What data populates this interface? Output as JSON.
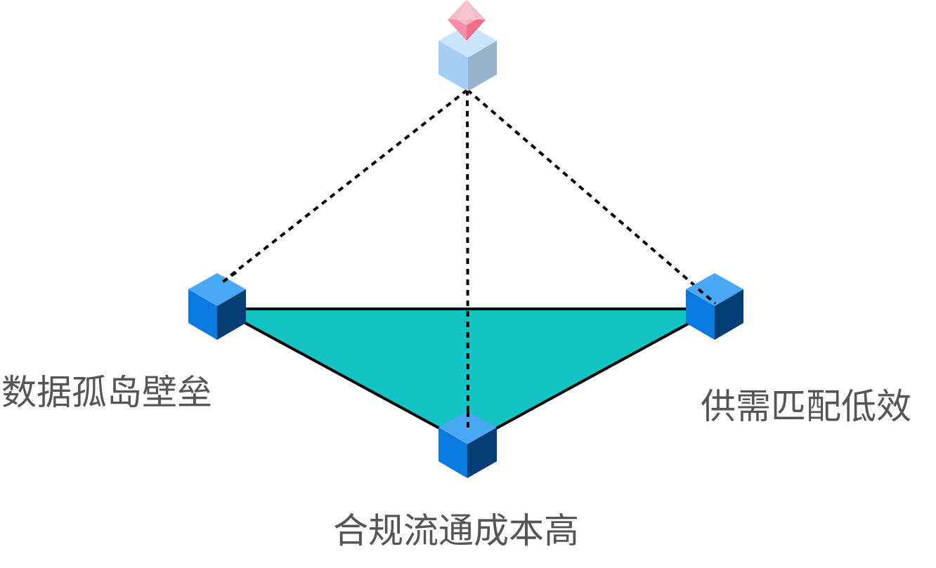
{
  "diagram": {
    "labels": {
      "left": "数据孤岛壁垒",
      "right": "供需匹配低效",
      "bottom": "合规流通成本高"
    },
    "colors": {
      "triangle_fill": "#14C3C3",
      "edge": "#000000",
      "dotted": "#000000",
      "cube_top": "#4AA8F5",
      "cube_left": "#0A7AE0",
      "cube_right": "#043E74",
      "top_cube_top": "#C9E4FB",
      "top_cube_left": "#A3CDF3",
      "top_cube_right": "#96B3CB",
      "gem_light": "#F4BAC6",
      "gem_mid": "#F68FA6",
      "gem_dark": "#EE6C88",
      "label_text": "#555555"
    },
    "icons": [
      "cube-icon",
      "gem-icon"
    ]
  }
}
